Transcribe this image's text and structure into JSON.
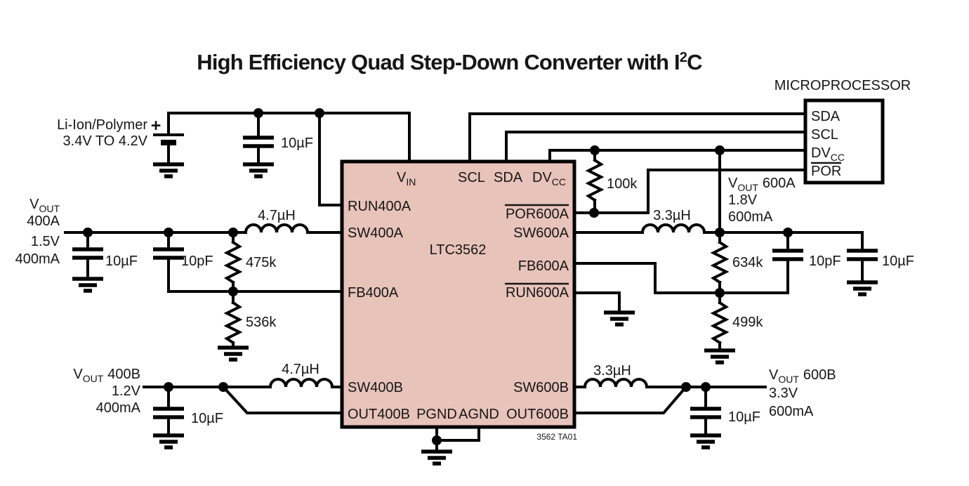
{
  "title": {
    "pre": "High Efficiency Quad Step-Down Converter with I",
    "sup": "2",
    "post": "C"
  },
  "ic": {
    "fill": "#e8c3ba",
    "name": "LTC3562",
    "note": "3562 TA01",
    "pins": {
      "vin_main": "V",
      "vin_sub": "IN",
      "scl": "SCL",
      "sda": "SDA",
      "dvcc_main": "DV",
      "dvcc_sub": "CC",
      "run400a": "RUN400A",
      "sw400a": "SW400A",
      "fb400a": "FB400A",
      "sw400b": "SW400B",
      "out400b": "OUT400B",
      "pgnd": "PGND",
      "agnd": "AGND",
      "por600a": "POR600A",
      "sw600a": "SW600A",
      "fb600a": "FB600A",
      "run600a": "RUN600A",
      "sw600b": "SW600B",
      "out600b": "OUT600B"
    }
  },
  "micro": {
    "title": "MICROPROCESSOR",
    "pins": {
      "sda": "SDA",
      "scl": "SCL",
      "dvcc_main": "DV",
      "dvcc_sub": "CC",
      "por": "POR"
    }
  },
  "battery": {
    "name": "Li-Ion/Polymer",
    "plus": "+",
    "range": "3.4V TO 4.2V",
    "cap": "10µF"
  },
  "pullup": "100k",
  "ch400a": {
    "v": "V",
    "v_sub": "OUT",
    "name": "400A",
    "volt": "1.5V",
    "curr": "400mA",
    "cout": "10µF",
    "cff": "10pF",
    "r1": "475k",
    "r2": "536k",
    "ind": "4.7µH"
  },
  "ch600a": {
    "v": "V",
    "v_sub": "OUT",
    "name": "600A",
    "volt": "1.8V",
    "curr": "600mA",
    "ind": "3.3µH",
    "r1": "634k",
    "r2": "499k",
    "cff": "10pF",
    "cout": "10µF"
  },
  "ch400b": {
    "v": "V",
    "v_sub": "OUT",
    "name": "400B",
    "volt": "1.2V",
    "curr": "400mA",
    "ind": "4.7µH",
    "cout": "10µF"
  },
  "ch600b": {
    "v": "V",
    "v_sub": "OUT",
    "name": "600B",
    "volt": "3.3V",
    "curr": "600mA",
    "ind": "3.3µH",
    "cout": "10µF"
  }
}
